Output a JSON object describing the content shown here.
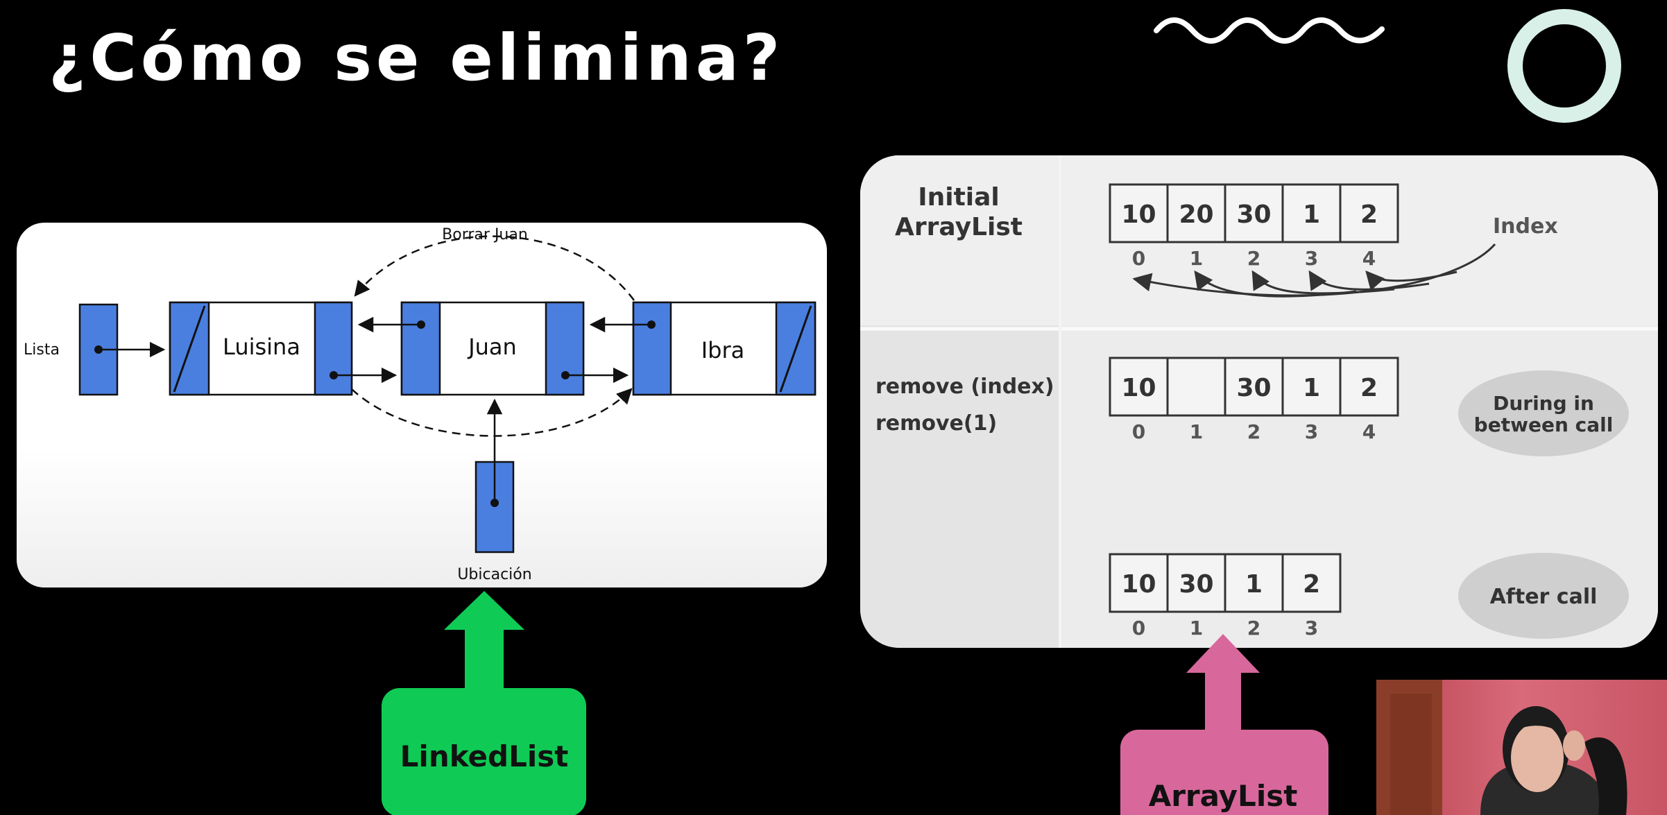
{
  "slide": {
    "title": "¿Cómo se elimina?"
  },
  "linked_list": {
    "label_lista": "Lista",
    "top_note": "Borrar Juan",
    "nodes": [
      "Luisina",
      "Juan",
      "Ibra"
    ],
    "pointer_label": "Ubicación",
    "callout_label": "LinkedList"
  },
  "array_list": {
    "initial": {
      "label_line1": "Initial",
      "label_line2": "ArrayList",
      "cells": [
        "10",
        "20",
        "30",
        "1",
        "2"
      ],
      "indices": [
        "0",
        "1",
        "2",
        "3",
        "4"
      ],
      "index_label": "Index"
    },
    "during": {
      "label_line1": "remove (index)",
      "label_line2": "remove(1)",
      "cells": [
        "10",
        "",
        "30",
        "1",
        "2"
      ],
      "indices": [
        "0",
        "1",
        "2",
        "3",
        "4"
      ],
      "pill_line1": "During in",
      "pill_line2": "between call"
    },
    "after": {
      "cells": [
        "10",
        "30",
        "1",
        "2"
      ],
      "indices": [
        "0",
        "1",
        "2",
        "3"
      ],
      "pill": "After call"
    },
    "callout_label": "ArrayList"
  },
  "colors": {
    "node_blue": "#4a7fe0",
    "linkedlist_green": "#0fcb55",
    "arraylist_pink": "#d8689c",
    "panel_gray": "#e9e9e9",
    "pill_gray": "#cfcfcf",
    "accent_mint": "#d8f0e8"
  },
  "decorations": {
    "wave_icon": "white wavy line",
    "ring_icon": "mint circle outline",
    "webcam": "presenter webcam"
  }
}
